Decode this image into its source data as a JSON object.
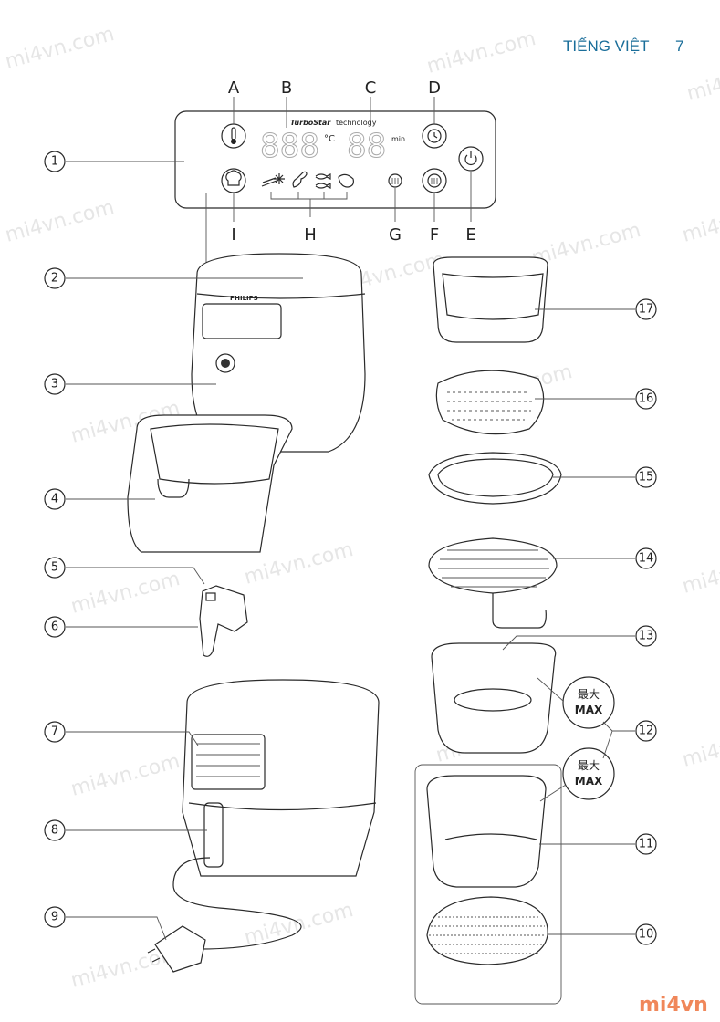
{
  "header": {
    "section_title": "TIẾNG VIỆT",
    "page_number": "7"
  },
  "watermark": "mi4vn.com",
  "logo": "mi4vn",
  "control_panel": {
    "brand_text_bold": "TurboStar",
    "brand_text": "technology",
    "temp_display": "888",
    "temp_unit": "°C",
    "time_display": "88",
    "time_unit": "min",
    "letters": {
      "A": "A",
      "B": "B",
      "C": "C",
      "D": "D",
      "E": "E",
      "F": "F",
      "G": "G",
      "H": "H",
      "I": "I"
    }
  },
  "appliance_brand": "PHILIPS",
  "callouts": [
    "1",
    "2",
    "3",
    "4",
    "5",
    "6",
    "7",
    "8",
    "9",
    "10",
    "11",
    "12",
    "13",
    "14",
    "15",
    "16",
    "17"
  ],
  "max_label": {
    "cn": "最大",
    "en": "MAX"
  }
}
